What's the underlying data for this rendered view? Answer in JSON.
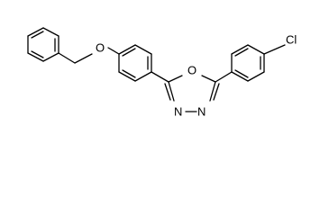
{
  "molecule": {
    "atom_labels": {
      "oxygen_ether": "O",
      "oxygen_ring": "O",
      "nitrogen_left": "N",
      "nitrogen_right": "N",
      "chlorine": "Cl"
    }
  },
  "colors": {
    "bond": "#000000",
    "text": "#000000",
    "background": "#ffffff"
  }
}
